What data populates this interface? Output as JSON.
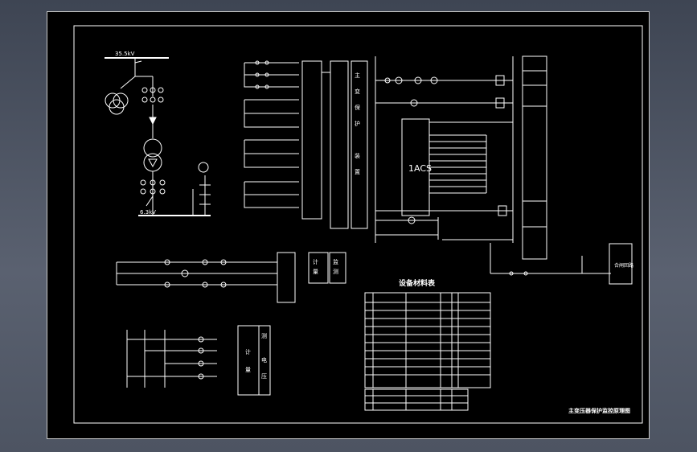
{
  "colors": {
    "background": "#000000",
    "line": "#ffffff",
    "viewport": "#4c5361"
  },
  "primary": {
    "bus_top": "35.5kV",
    "bus_bottom": "6.3kV"
  },
  "controller": {
    "label": "1ACS"
  },
  "sections": {
    "material_table": "设备材料表",
    "drawing_title": "主变压器保护监控原理图"
  },
  "panels": {
    "current_relay": [
      "主",
      "变",
      "保",
      "护",
      "装",
      "置"
    ],
    "measure": [
      "计",
      "量",
      "监",
      "测"
    ],
    "meter_right": [
      "测",
      "电",
      "压"
    ],
    "meter_left": [
      "计",
      "量"
    ],
    "circuit_breaker": "合闸回路"
  }
}
